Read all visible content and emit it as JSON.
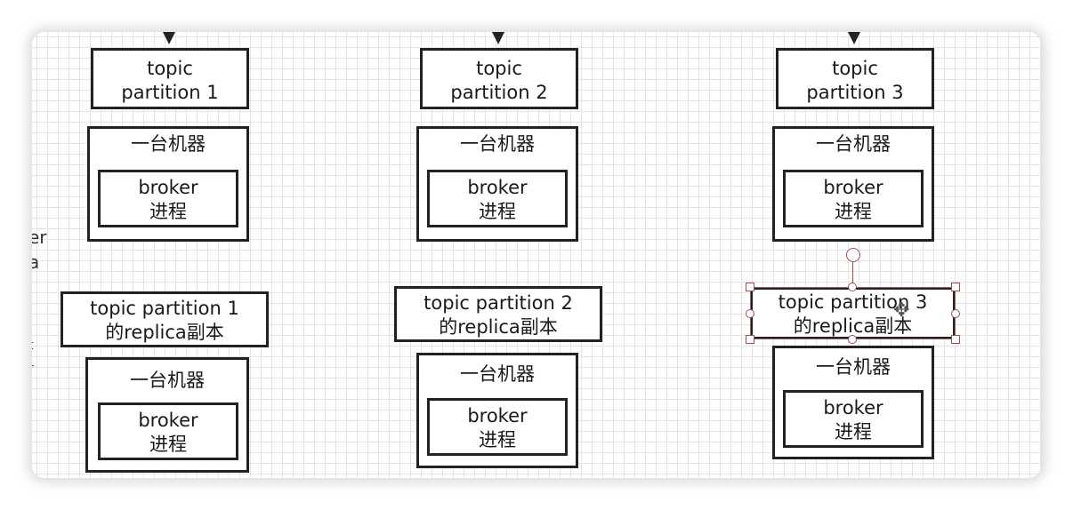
{
  "labels": {
    "machine": "一台机器",
    "broker_process": "broker\n进程",
    "partition_1": "topic\npartition 1",
    "partition_2": "topic\npartition 2",
    "partition_3": "topic\npartition 3",
    "replica_1": "topic partition 1\n的replica副本",
    "replica_2": "topic partition 2\n的replica副本",
    "replica_3": "topic partition 3\n的replica副本"
  },
  "edge_fragments": [
    "er",
    "a",
    "t",
    "r"
  ]
}
